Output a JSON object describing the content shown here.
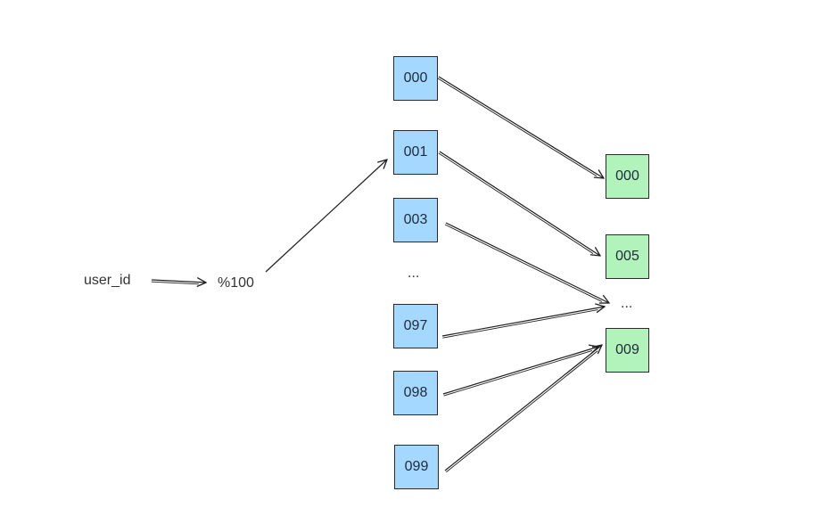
{
  "input_label": "user_id",
  "operation_label": "%100",
  "colors": {
    "source_fill": "#a5d8ff",
    "dest_fill": "#b2f2bb",
    "stroke": "#1e1e1e"
  },
  "source_boxes": [
    {
      "label": "000"
    },
    {
      "label": "001"
    },
    {
      "label": "003"
    },
    {
      "label": "097"
    },
    {
      "label": "098"
    },
    {
      "label": "099"
    }
  ],
  "source_ellipsis": "...",
  "dest_boxes": [
    {
      "label": "000"
    },
    {
      "label": "005"
    },
    {
      "label": "009"
    }
  ],
  "dest_ellipsis": "...",
  "edges": [
    {
      "from": "source:000",
      "to": "dest:000"
    },
    {
      "from": "source:001",
      "to": "dest:005"
    },
    {
      "from": "source:003",
      "to": "dest:..."
    },
    {
      "from": "source:097",
      "to": "dest:..."
    },
    {
      "from": "source:098",
      "to": "dest:009"
    },
    {
      "from": "source:099",
      "to": "dest:009"
    }
  ]
}
